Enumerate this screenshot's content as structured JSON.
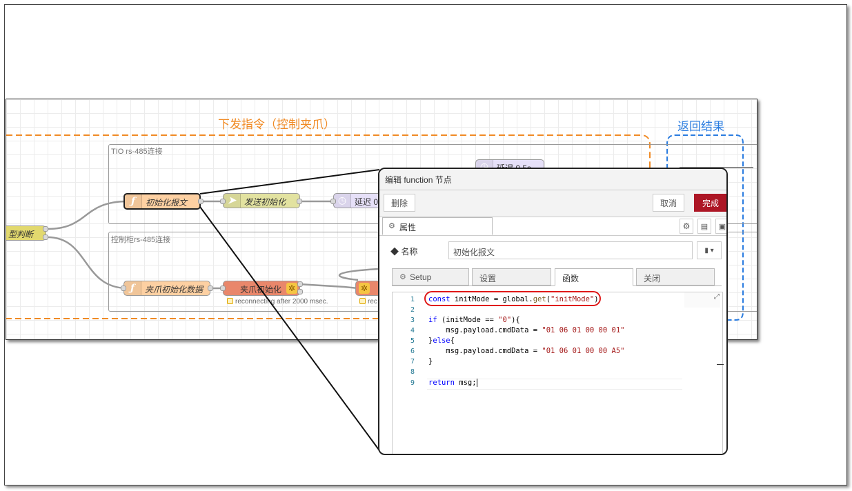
{
  "groups": {
    "send_title": "下发指令（控制夹爪）",
    "return_title": "返回结果",
    "colors": {
      "send": "#f08a24",
      "return": "#2a7ce0"
    }
  },
  "subflows": {
    "tio": "TIO rs-485连接",
    "cabinet": "控制柜rs-485连接"
  },
  "nodes": {
    "judge": "型判断",
    "init_msg": "初始化报文",
    "send_init": "发送初始化",
    "delay1": "延迟 0",
    "delay_top": "延迟 0.5s",
    "gripper_data": "夹爪初始化数据",
    "gripper_init": "夹爪初始化",
    "status1": "reconnecting after 2000 msec.",
    "status2": "rec"
  },
  "editor": {
    "title": "编辑 function 节点",
    "delete": "删除",
    "cancel": "取消",
    "done": "完成",
    "props_tab": "属性",
    "name_label": "名称",
    "name_value": "初始化报文",
    "tabs": [
      "Setup",
      "设置",
      "函数",
      "关闭"
    ],
    "code": [
      {
        "n": "1",
        "text": "const initMode = global.get(\"initMode\")"
      },
      {
        "n": "2",
        "text": ""
      },
      {
        "n": "3",
        "text": "if (initMode == \"0\"){"
      },
      {
        "n": "4",
        "text": "    msg.payload.cmdData = \"01 06 01 00 00 01\""
      },
      {
        "n": "5",
        "text": "}else{"
      },
      {
        "n": "6",
        "text": "    msg.payload.cmdData = \"01 06 01 00 00 A5\""
      },
      {
        "n": "7",
        "text": "}"
      },
      {
        "n": "8",
        "text": ""
      },
      {
        "n": "9",
        "text": "return msg;"
      }
    ]
  },
  "icons": {
    "gear": "gear-icon",
    "doc": "document-icon",
    "appearance": "appearance-icon",
    "tag": "tag-icon",
    "book": "book-icon",
    "expand": "expand-icon"
  }
}
